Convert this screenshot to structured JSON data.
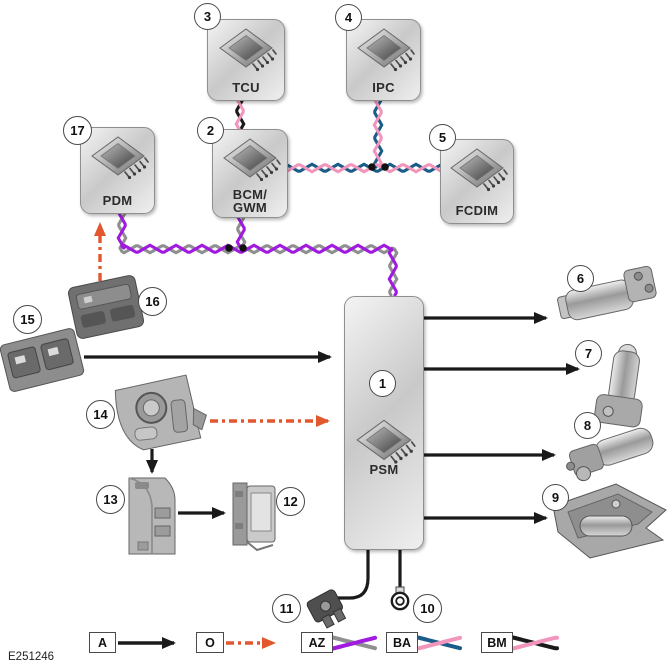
{
  "figure_id": "E251246",
  "modules": {
    "psm": {
      "number": "1",
      "label": "PSM"
    },
    "bcm_gwm": {
      "number": "2",
      "label_line1": "BCM/",
      "label_line2": "GWM"
    },
    "tcu": {
      "number": "3",
      "label": "TCU"
    },
    "ipc": {
      "number": "4",
      "label": "IPC"
    },
    "fcdim": {
      "number": "5",
      "label": "FCDIM"
    },
    "pdm": {
      "number": "17",
      "label": "PDM"
    }
  },
  "callouts": {
    "n6": "6",
    "n7": "7",
    "n8": "8",
    "n9": "9",
    "n10": "10",
    "n11": "11",
    "n12": "12",
    "n13": "13",
    "n14": "14",
    "n15": "15",
    "n16": "16"
  },
  "legend": {
    "hardwired": "A",
    "lin": "O",
    "az": "AZ",
    "ba": "BA",
    "bm": "BM"
  },
  "colors": {
    "black": "#1a1a1a",
    "orange": "#e2572e",
    "purple": "#a01ae0",
    "gray": "#8f8f8f",
    "blue": "#1c5c88",
    "pink": "#f295bd"
  }
}
